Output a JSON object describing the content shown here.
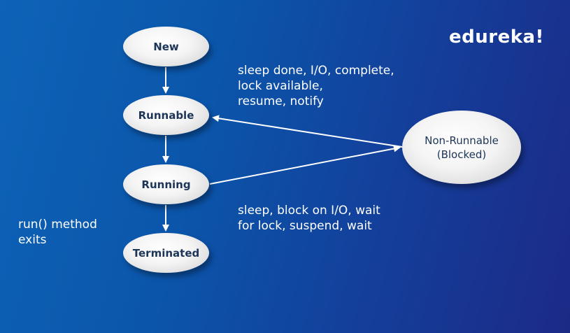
{
  "logo": {
    "text": "edureka!"
  },
  "states": {
    "new": "New",
    "runnable": "Runnable",
    "running": "Running",
    "terminated": "Terminated",
    "blocked": "Non-Runnable\n(Blocked)"
  },
  "captions": {
    "wake": "sleep done, I/O, complete,\nlock available,\nresume, notify",
    "block": "sleep, block on I/O, wait\nfor lock, suspend, wait",
    "exit": "run() method\nexits"
  },
  "colors": {
    "background_start": "#0d63b8",
    "background_end": "#1c2a86",
    "node_fill": "#f4f4f4",
    "node_text": "#1d3557",
    "arrow": "#ffffff"
  }
}
